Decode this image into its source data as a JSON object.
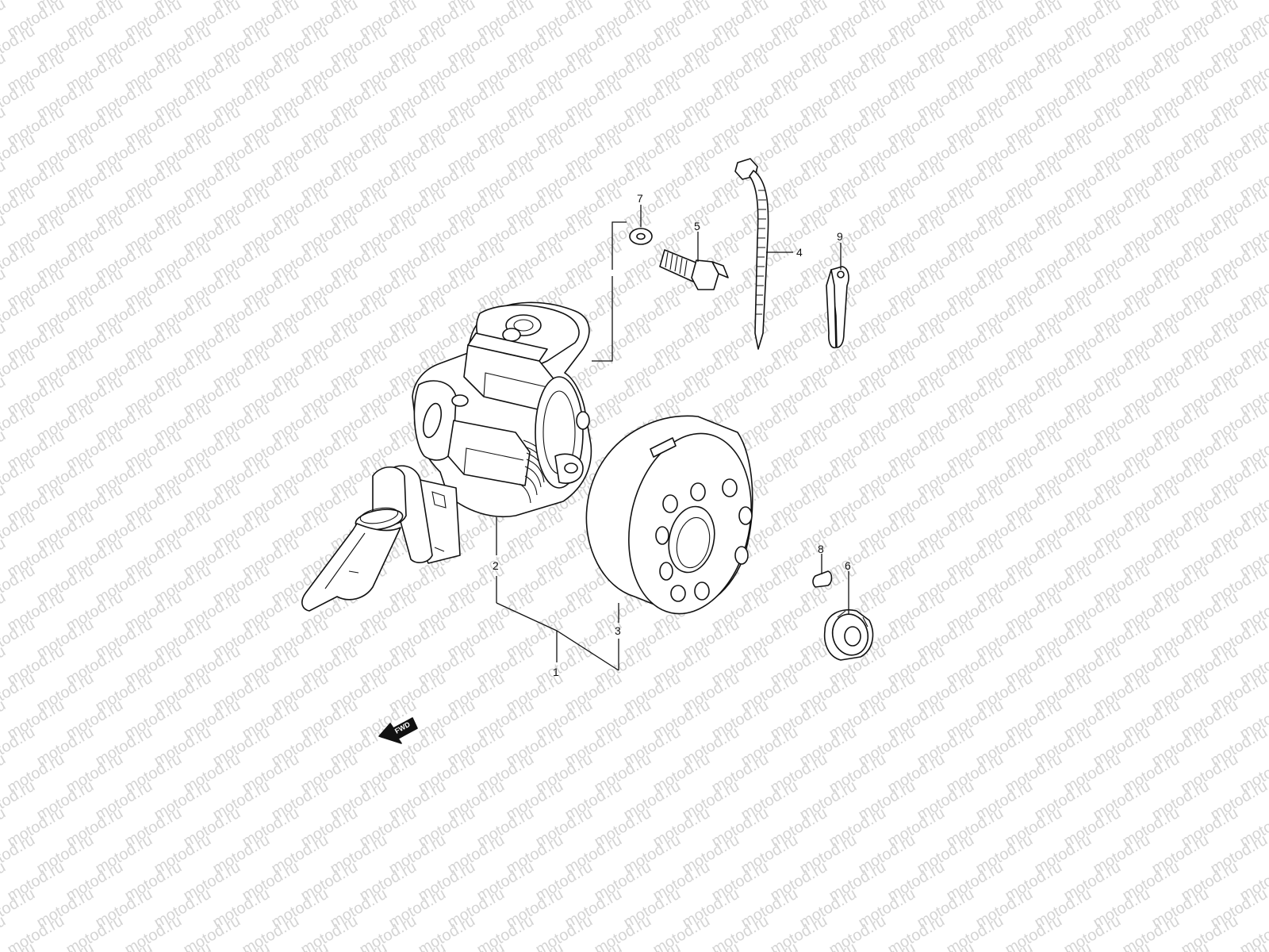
{
  "watermark": {
    "text": "motod.ru",
    "color": "#d4d4d4"
  },
  "callouts": {
    "p1": "1",
    "p2": "2",
    "p3": "3",
    "p4": "4",
    "p5": "5",
    "p6": "6",
    "p7": "7",
    "p8": "8",
    "p9": "9"
  },
  "fwd_marker": {
    "label": "FWD"
  }
}
